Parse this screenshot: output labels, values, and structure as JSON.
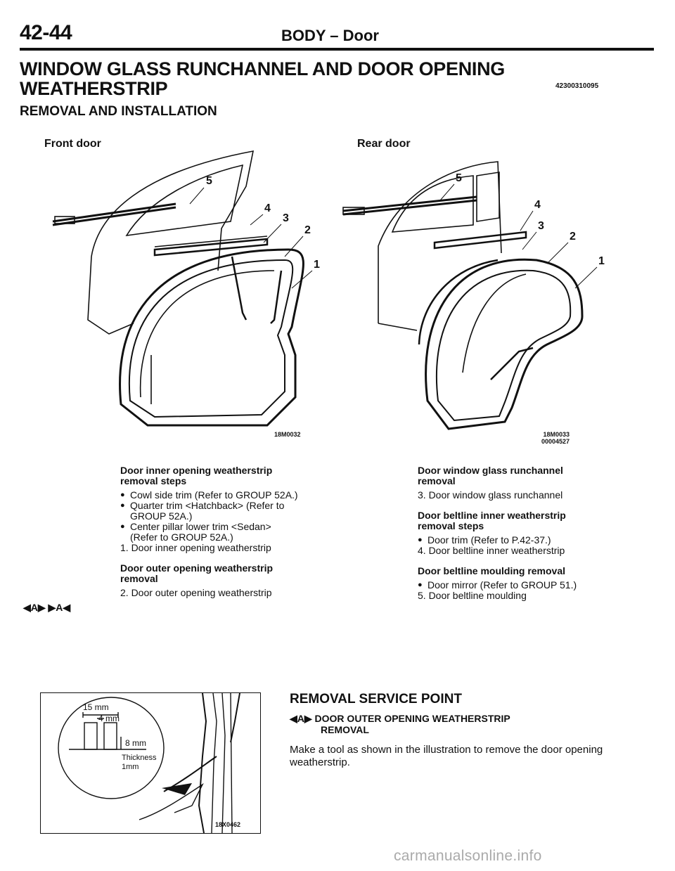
{
  "header": {
    "page_number": "42-44",
    "section": "BODY – Door"
  },
  "title": {
    "line1": "WINDOW GLASS RUNCHANNEL AND DOOR OPENING",
    "line2": "WEATHERSTRIP",
    "code": "42300310095"
  },
  "subtitle": "REMOVAL AND INSTALLATION",
  "figures": {
    "front": {
      "label": "Front door",
      "code": "18M0032",
      "callouts": [
        "5",
        "4",
        "3",
        "2",
        "1"
      ]
    },
    "rear": {
      "label": "Rear door",
      "code1": "18M0033",
      "code2": "00004527",
      "callouts": [
        "5",
        "4",
        "3",
        "2",
        "1"
      ]
    }
  },
  "left_column": {
    "group1_title_a": "Door inner opening weatherstrip",
    "group1_title_b": "removal steps",
    "b1": "Cowl side trim (Refer to GROUP 52A.)",
    "b2a": "Quarter trim <Hatchback> (Refer to",
    "b2b": "GROUP 52A.)",
    "b3a": "Center pillar lower trim <Sedan>",
    "b3b": "(Refer to GROUP 52A.)",
    "s1": "1. Door inner opening weatherstrip",
    "group2_title_a": "Door outer opening weatherstrip",
    "group2_title_b": "removal",
    "markers": "◀A▶ ▶A◀",
    "s2": "2. Door outer opening weatherstrip"
  },
  "right_column": {
    "group1_title_a": "Door window glass runchannel",
    "group1_title_b": "removal",
    "s3": "3. Door window glass runchannel",
    "group2_title_a": "Door beltline inner weatherstrip",
    "group2_title_b": "removal steps",
    "b1": "Door trim (Refer to P.42-37.)",
    "s4": "4. Door beltline inner weatherstrip",
    "group3_title": "Door beltline moulding removal",
    "b2": "Door mirror (Refer to GROUP 51.)",
    "s5": "5. Door beltline moulding"
  },
  "tool_figure": {
    "dim1": "15 mm",
    "dim2": "4 mm",
    "dim3": "8 mm",
    "dim4a": "Thickness",
    "dim4b": "1mm",
    "code": "18X0462"
  },
  "service": {
    "title": "REMOVAL SERVICE POINT",
    "subtitle_a": "◀A▶ DOOR OUTER OPENING WEATHERSTRIP",
    "subtitle_b": "REMOVAL",
    "body": "Make a tool as shown in the illustration to remove the door opening weatherstrip."
  },
  "watermark": "carmanualsonline.info"
}
